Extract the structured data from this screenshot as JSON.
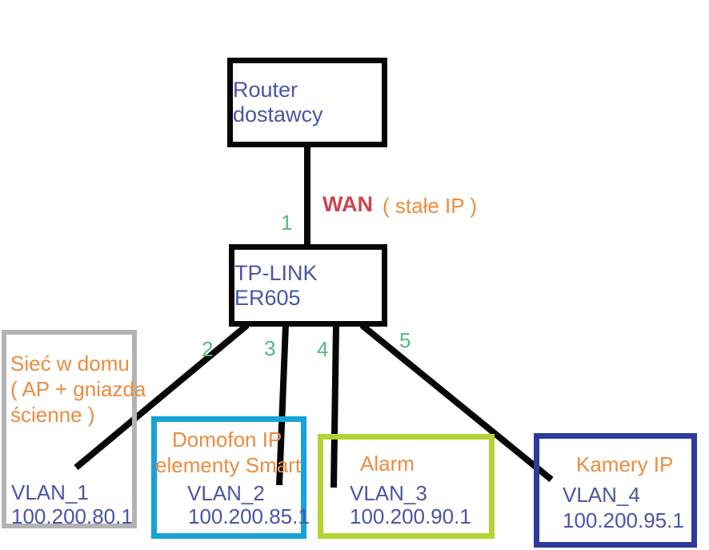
{
  "diagram": {
    "router": {
      "label": "Router dostawcy"
    },
    "gateway": {
      "label": "TP-LINK ER605"
    },
    "wan": {
      "label": "WAN",
      "note": "( stałe IP )"
    },
    "ports": {
      "p1": "1",
      "p2": "2",
      "p3": "3",
      "p4": "4",
      "p5": "5"
    },
    "vlans": [
      {
        "description": [
          "Sieć w domu",
          "( AP + gniazda",
          "ścienne )"
        ],
        "vlan": "VLAN_1",
        "ip": "100.200.80.1",
        "border_color": "#b3b3b5"
      },
      {
        "description": [
          "Domofon IP",
          "elementy Smart"
        ],
        "vlan": "VLAN_2",
        "ip": "100.200.85.1",
        "border_color": "#16a3d6"
      },
      {
        "description": [
          "Alarm"
        ],
        "vlan": "VLAN_3",
        "ip": "100.200.90.1",
        "border_color": "#b2d334"
      },
      {
        "description": [
          "Kamery IP"
        ],
        "vlan": "VLAN_4",
        "ip": "100.200.95.1",
        "border_color": "#2d3b9c"
      }
    ],
    "colors": {
      "node_text": "#4a55a5",
      "description_text": "#ed8b3f",
      "wan_text": "#c9454f",
      "port_text": "#57b77d",
      "wire": "#070707"
    }
  }
}
